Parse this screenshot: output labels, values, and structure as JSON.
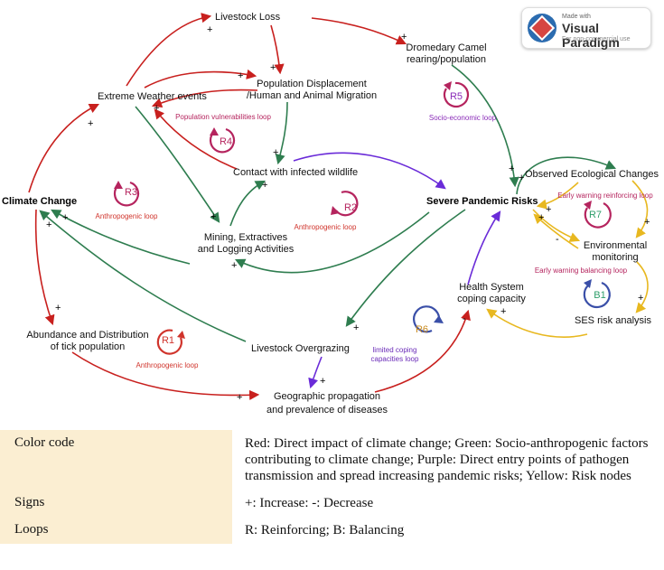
{
  "diagram": {
    "nodes": {
      "livestock_loss": "Livestock Loss",
      "dromedary_1": "Dromedary Camel",
      "dromedary_2": "rearing/population",
      "extreme_weather": "Extreme Weather events",
      "population_displacement_1": "Population Displacement",
      "population_displacement_2": "/Human and Animal Migration",
      "contact_wildlife": "Contact with infected wildlife",
      "climate_change": "Climate Change",
      "severe_pandemic": "Severe Pandemic Risks",
      "observed_ecological": "Observed Ecological Changes",
      "environmental_monitoring_1": "Environmental",
      "environmental_monitoring_2": "monitoring",
      "mining_1": "Mining, Extractives",
      "mining_2": "and Logging Activities",
      "health_system_1": "Health System",
      "health_system_2": "coping capacity",
      "ses_risk": "SES risk analysis",
      "abundance_1": "Abundance and Distribution",
      "abundance_2": "of tick population",
      "livestock_overgrazing": "Livestock Overgrazing",
      "geographic_1": "Geographic propagation",
      "geographic_2": "and prevalence of diseases"
    },
    "loops": [
      {
        "id": "R1",
        "label": "Anthropogenic loop",
        "color": "#d0342c"
      },
      {
        "id": "R2",
        "label": "Anthropogenic loop",
        "color": "#b5245e"
      },
      {
        "id": "R3",
        "label": "Anthropogenic loop",
        "color": "#b5245e"
      },
      {
        "id": "R4",
        "label": "Population vulnerabilities loop",
        "color": "#b5245e"
      },
      {
        "id": "R5",
        "label": "Socio-economic loop",
        "color": "#8a2bb8"
      },
      {
        "id": "R6",
        "label": "limited coping capacities loop",
        "color": "#6a2bb8"
      },
      {
        "id": "R7",
        "label": "Early warning reinforcing loop",
        "color": "#b5245e"
      },
      {
        "id": "B1",
        "label": "Early warning balancing loop",
        "color": "#b5245e"
      }
    ],
    "signs": {
      "plus": "+",
      "minus": "-"
    },
    "colors": {
      "red": "#c8201e",
      "green": "#2e7d4f",
      "purple": "#6a2bd8",
      "yellow": "#e8b820"
    }
  },
  "watermark": {
    "made_with": "Made with",
    "brand": "Visual Paradigm",
    "note": "For non-commercial use"
  },
  "legend": [
    {
      "key": "Color code",
      "value": "Red: Direct impact of climate change; Green: Socio-anthropogenic factors contributing to climate change; Purple: Direct entry points of pathogen transmission and spread increasing pandemic risks; Yellow: Risk nodes"
    },
    {
      "key": "Signs",
      "value": "+: Increase: -: Decrease"
    },
    {
      "key": "Loops",
      "value": "R: Reinforcing; B: Balancing"
    }
  ]
}
